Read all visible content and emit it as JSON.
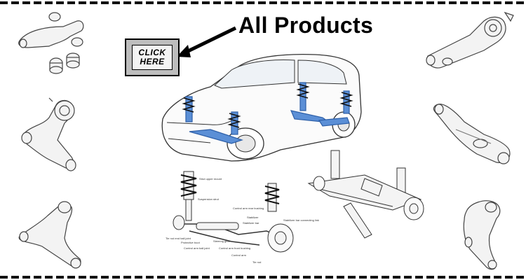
{
  "banner": {
    "title": "All Products",
    "cta": {
      "line1": "CLICK",
      "line2": "HERE"
    }
  },
  "diagram_labels": {
    "strut_upper_mount": "Strut upper mount",
    "suspension_strut": "Suspension strut",
    "control_arm_rear_bushing": "Control arm rear bushing",
    "stabilizer": "Stabilizer",
    "stabilizer_bar": "Stabilizer bar",
    "stabilizer_bar_connecting_link": "Stabilizer bar connecting link",
    "tie_rod_end_ball_joint": "Tie rod end ball joint",
    "protective_boot": "Protective boot",
    "control_arm_ball_joint": "Control arm ball joint",
    "steering_gear": "Steering gear",
    "control_arm_front_bushing": "Control arm front bushing",
    "control_arm": "Control arm",
    "tie_rod": "Tie rod"
  },
  "colors": {
    "accent_blue": "#5b8fd6",
    "line": "#333333",
    "part_fill": "#f3f3f3"
  }
}
